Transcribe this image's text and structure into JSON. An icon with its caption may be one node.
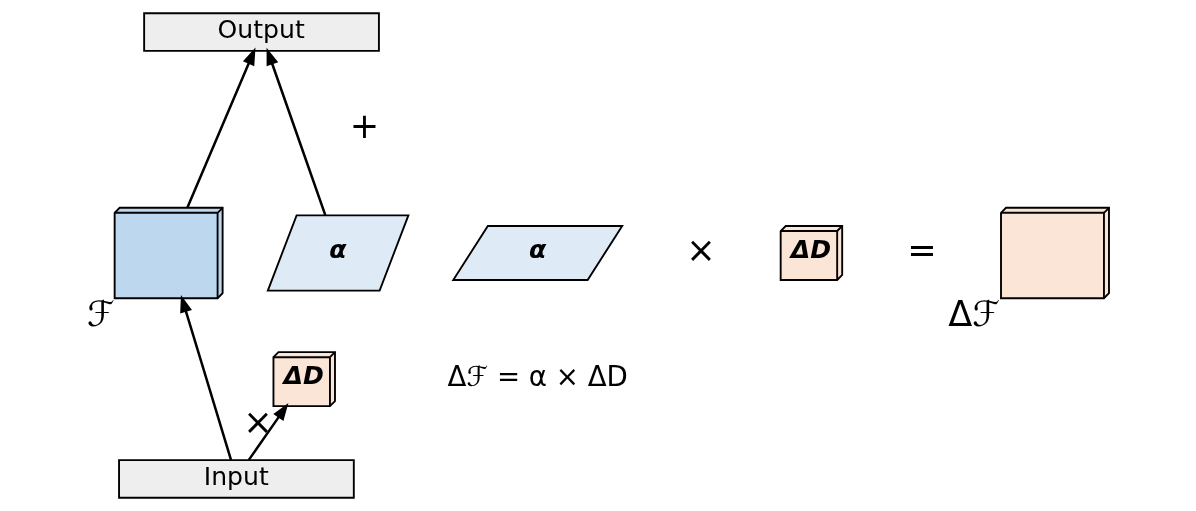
{
  "diagram": {
    "nodes": [
      {
        "text": [
          "Output"
        ]
      },
      {
        "text": [],
        "shape": "picture",
        "beside": [
          "ℱ"
        ]
      },
      {
        "text": [
          "α"
        ]
      },
      {
        "text": [
          "ΔD"
        ],
        "beside": [
          "×"
        ]
      },
      {
        "text": [
          "Input"
        ]
      },
      {
        "text": [],
        "shape": "picture",
        "beside": [
          "Δℱ"
        ]
      },
      {
        "text": [
          "α"
        ]
      },
      {
        "text": [
          "ΔD"
        ]
      }
    ],
    "edges": [
      {
        "from": 4,
        "to": 1,
        "arrow": "to"
      },
      {
        "from": 4,
        "to": 3,
        "arrow": "to"
      },
      {
        "from": 1,
        "to": 0,
        "arrow": "to"
      },
      {
        "from": 2,
        "to": 0,
        "arrow": "to"
      }
    ],
    "labels": [
      "+",
      "=",
      "×",
      "Δℱ = α × ΔD"
    ]
  }
}
